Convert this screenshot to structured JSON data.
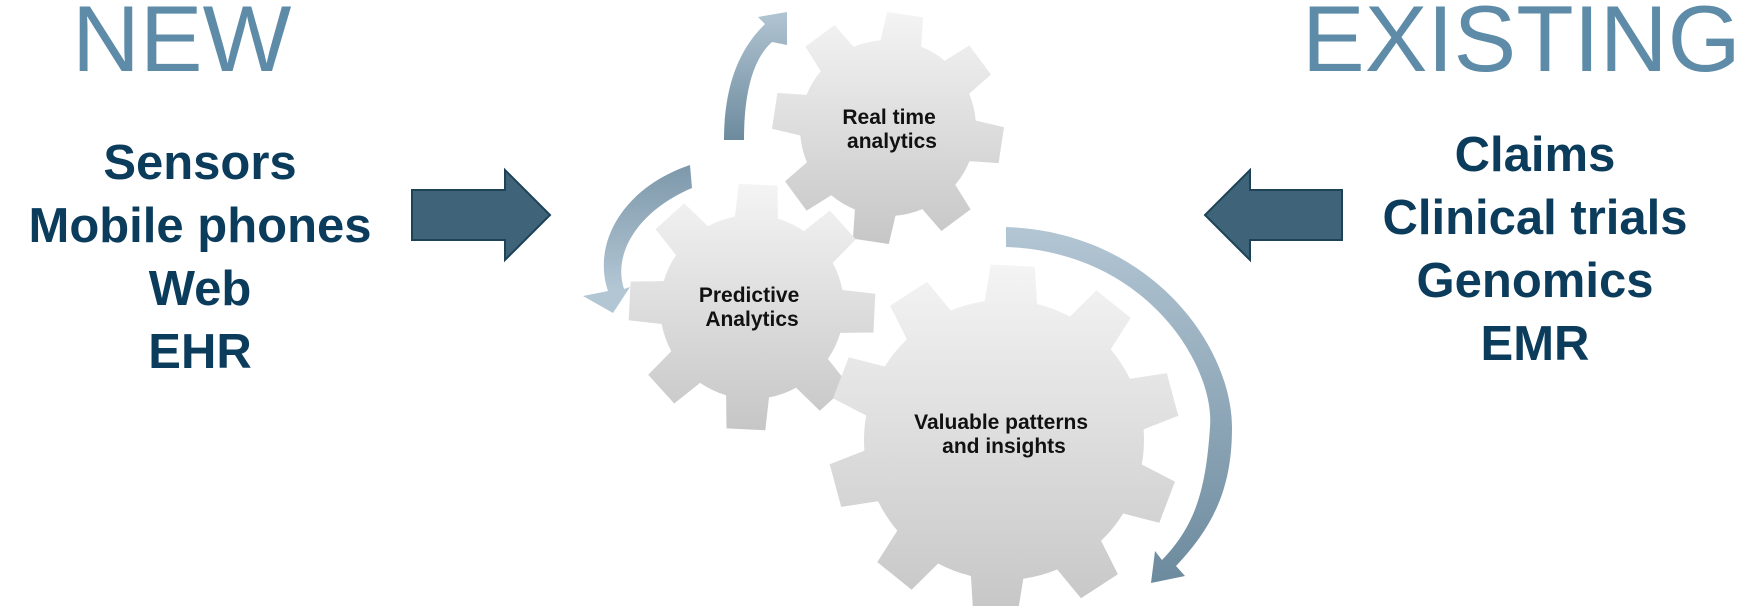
{
  "new_side": {
    "heading": "NEW",
    "items": [
      "Sensors",
      "Mobile phones",
      "Web",
      "EHR"
    ]
  },
  "existing_side": {
    "heading": "EXISTING",
    "items": [
      "Claims",
      "Clinical trials",
      "Genomics",
      "EMR"
    ]
  },
  "gears": [
    {
      "id": "realtime",
      "lines": [
        "Real time",
        "analytics"
      ]
    },
    {
      "id": "predictive",
      "lines": [
        "Predictive",
        "Analytics"
      ]
    },
    {
      "id": "valuable",
      "lines": [
        "Valuable patterns",
        "and insights"
      ]
    }
  ],
  "colors": {
    "heading": "#5e8ca8",
    "item_text": "#0c3c5c",
    "block_arrow": "#3f6479",
    "cycle_arrow_light": "#b3c6d4",
    "cycle_arrow_dark": "#6d8b9e",
    "gear_light": "#f4f4f4",
    "gear_dark": "#c6c6c6"
  }
}
